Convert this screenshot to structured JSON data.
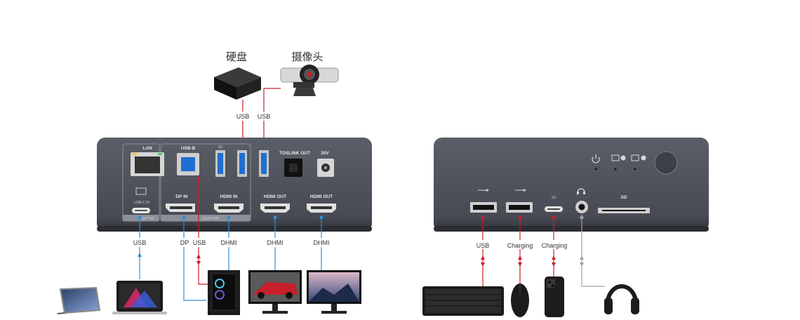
{
  "top_devices": {
    "hard_drive": "硬盘",
    "webcam": "摄像头"
  },
  "top_links": [
    "USB",
    "USB"
  ],
  "left_dock": {
    "port_labels": {
      "lan": "LAN",
      "usb_b": "USB-B",
      "usb_c_in": "USB-C IN",
      "toslink": "TOSLINK OUT",
      "power": "20V",
      "dp_in": "DP IN",
      "hdmi_in": "HDMI IN",
      "hdmi_out1": "HDMI OUT",
      "hdmi_out2": "HDMI OUT",
      "laptop_group": "LAPTOP",
      "desktop_group": "DESKTOP",
      "usb3_logo": "SS"
    },
    "bottom_links": [
      "USB",
      "DP",
      "USB",
      "DHMI",
      "DHMI",
      "DHMI"
    ]
  },
  "right_dock": {
    "bottom_links": [
      "USB",
      "Charging",
      "Charging"
    ],
    "sd_label": "SD"
  },
  "colors": {
    "dock_body": "#4a4d55",
    "blue_link": "#2f8fd8",
    "red_link": "#c8202a",
    "gray_link": "#a0a0a0",
    "usb_blue": "#1f6fd0"
  }
}
